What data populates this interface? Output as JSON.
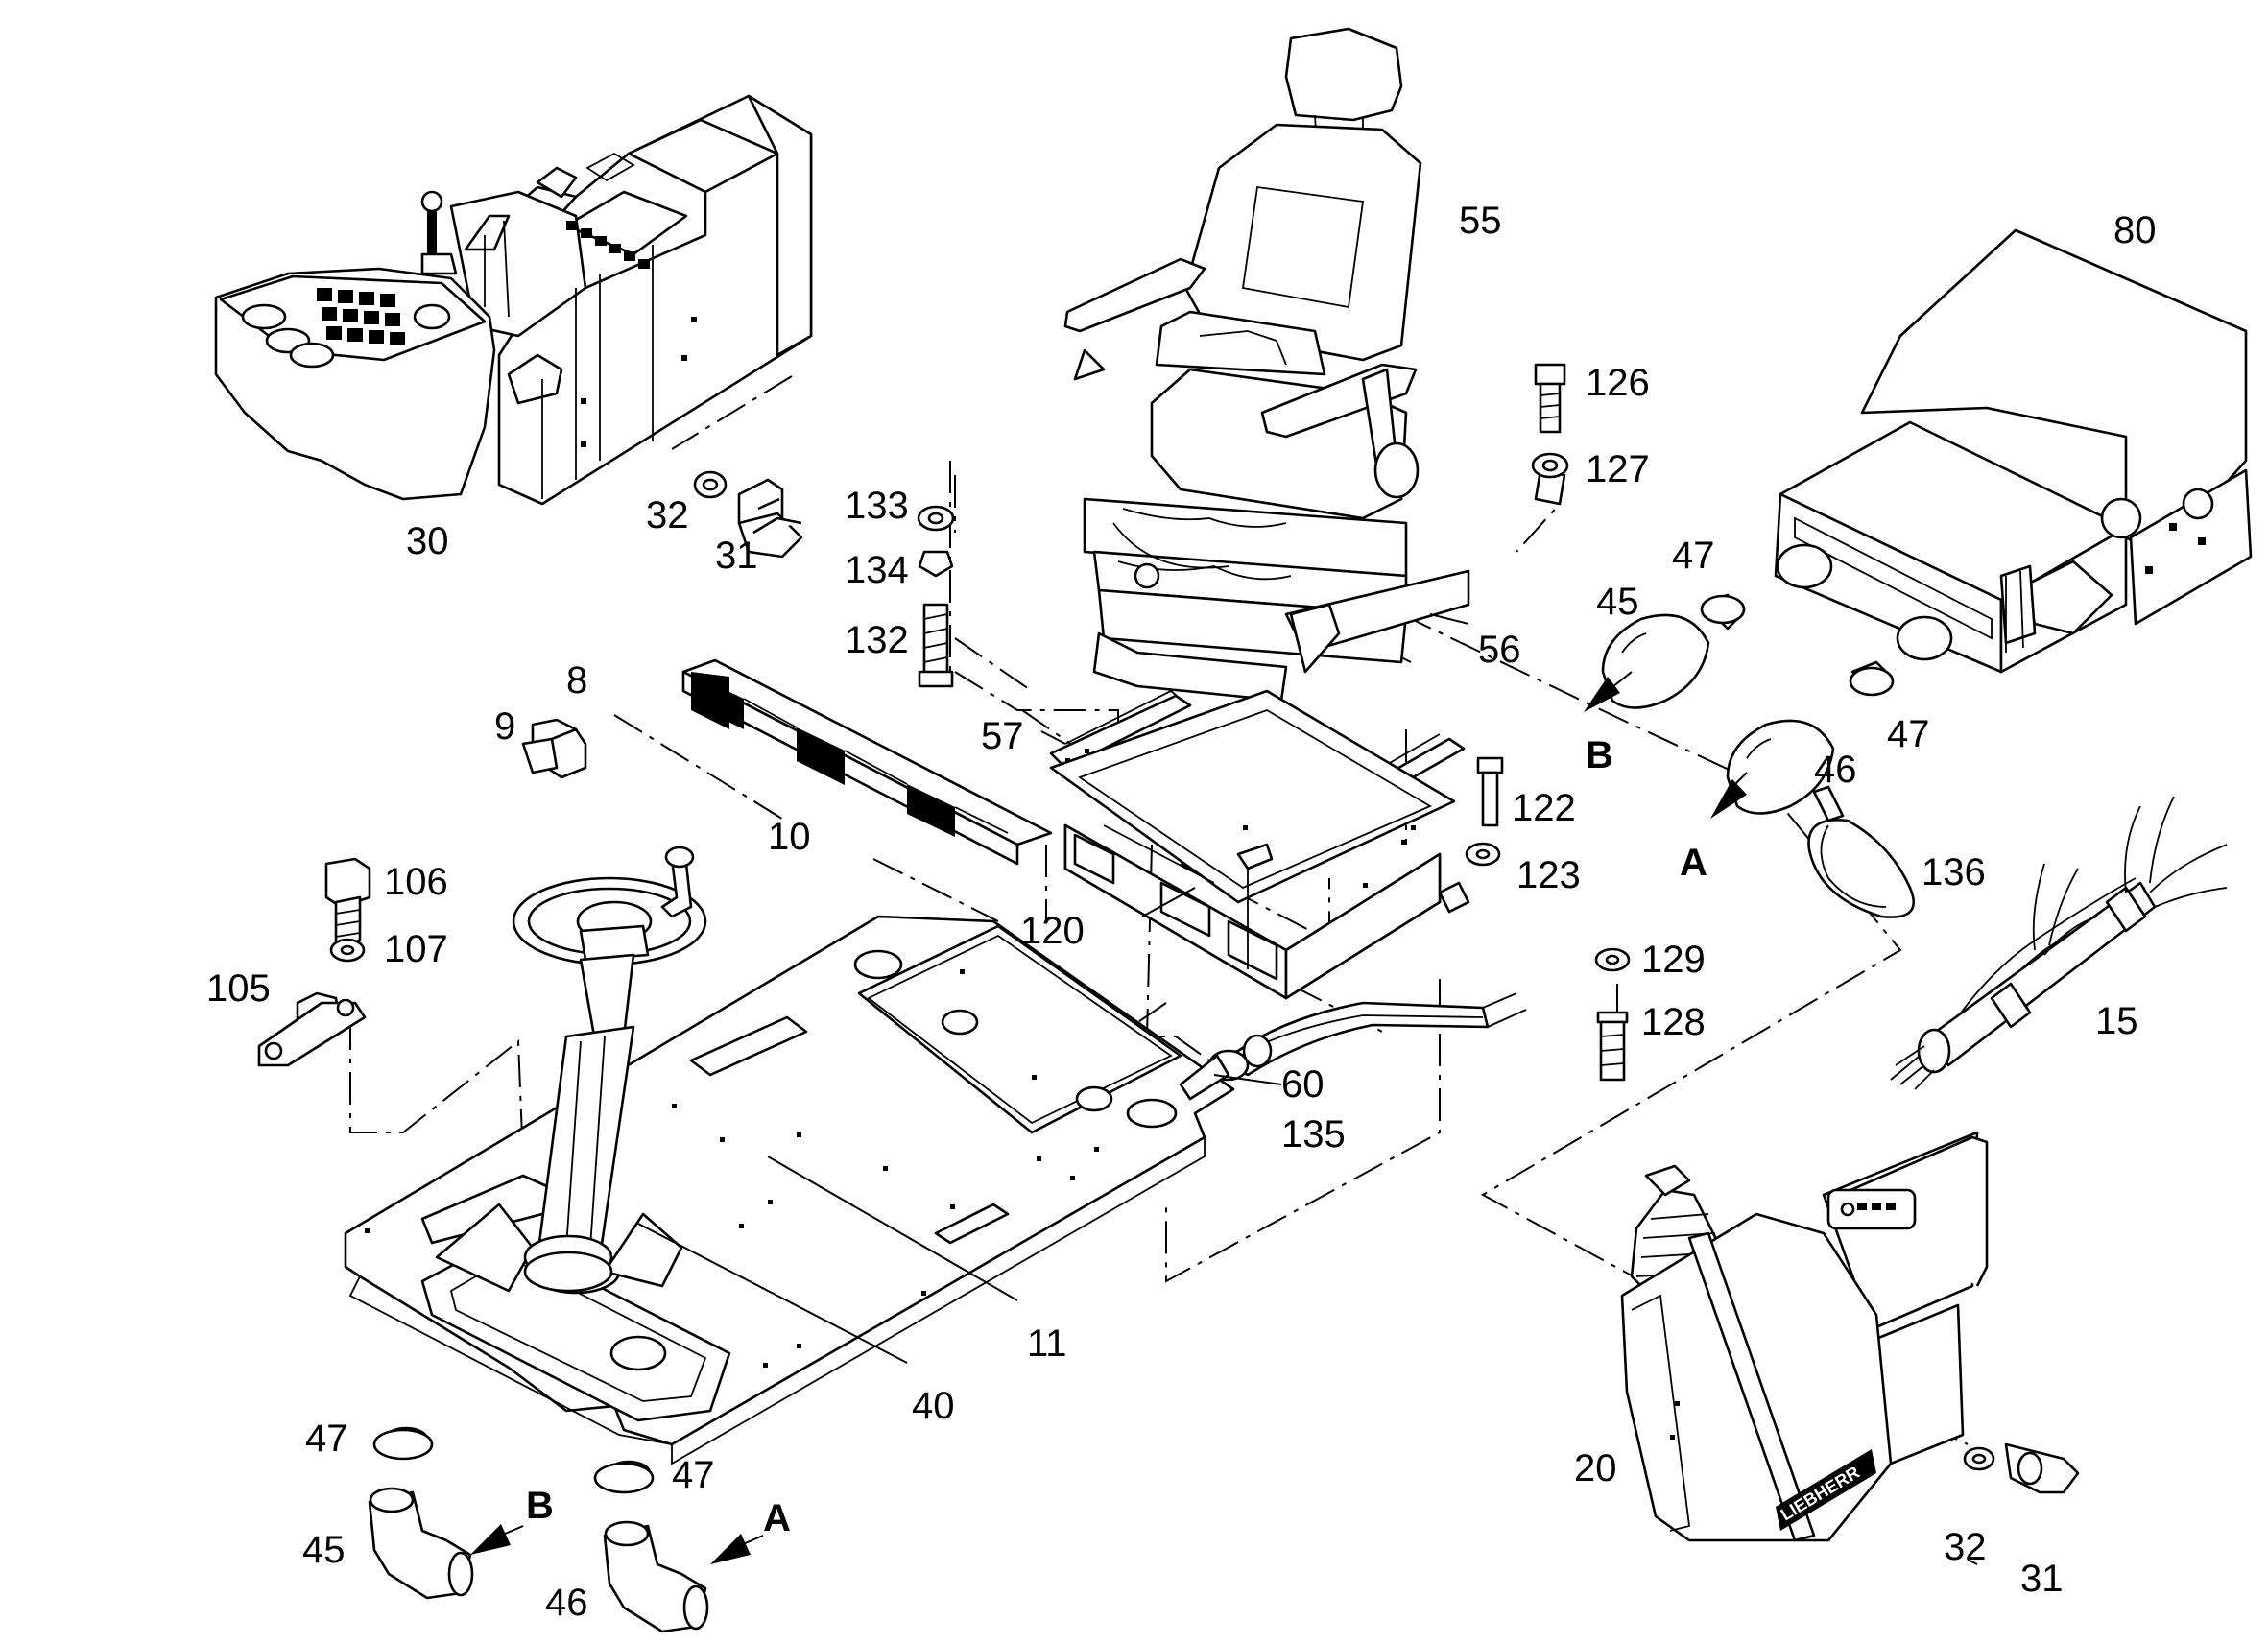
{
  "labels": {
    "l55": "55",
    "l80": "80",
    "l126": "126",
    "l127": "127",
    "l47a": "47",
    "l45a": "45",
    "l133": "133",
    "l134": "134",
    "l132": "132",
    "l56": "56",
    "l47b": "47",
    "l46a": "46",
    "l30": "30",
    "l32a": "32",
    "l31a": "31",
    "l9": "9",
    "l8": "8",
    "l57": "57",
    "l122": "122",
    "l10": "10",
    "l123": "123",
    "l136": "136",
    "l106": "106",
    "l107": "107",
    "l105": "105",
    "l120": "120",
    "l129": "129",
    "l128": "128",
    "l15": "15",
    "l60": "60",
    "l135": "135",
    "l11": "11",
    "l40": "40",
    "l47c": "47",
    "l47d": "47",
    "l20": "20",
    "l45b": "45",
    "l46b": "46",
    "l32b": "32",
    "l31b": "31"
  },
  "arrow_labels": {
    "bTop": "B",
    "aTop": "A",
    "bBottom": "B",
    "aBottom": "A"
  },
  "logo_text": "LIEBHERR"
}
